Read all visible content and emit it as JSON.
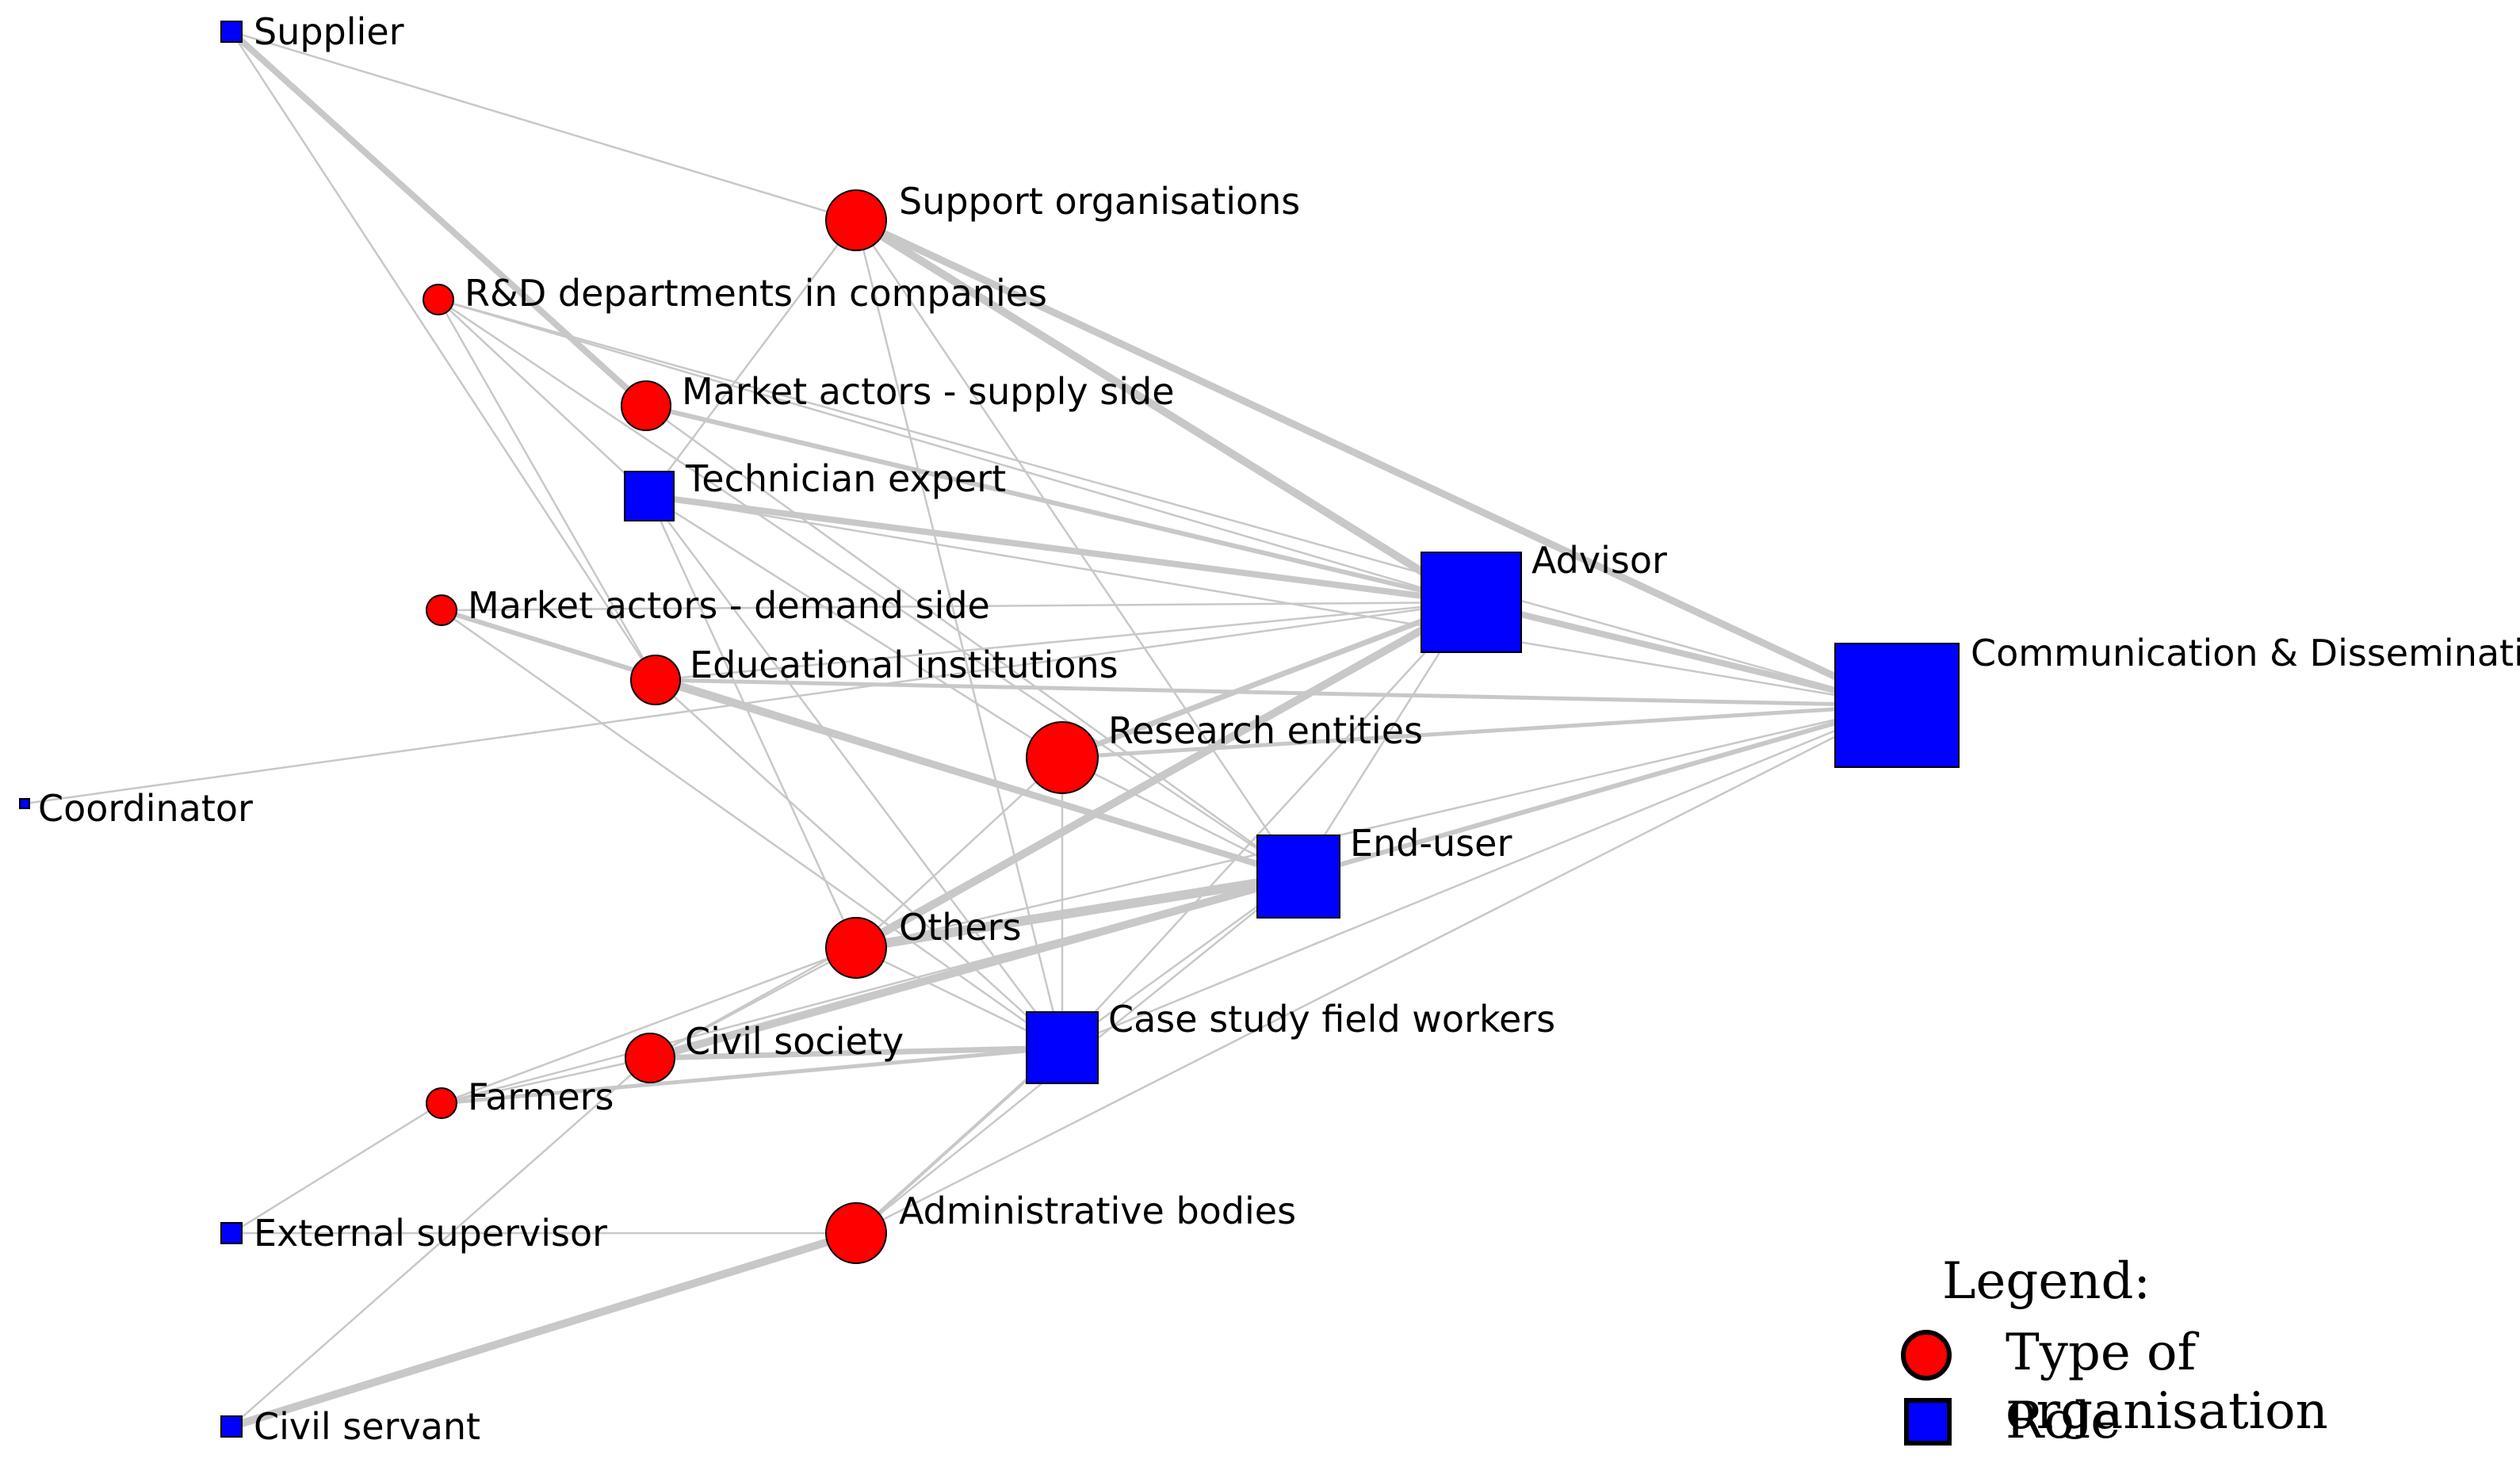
{
  "diagram": {
    "type": "network",
    "colors": {
      "organisation": "#ff0000",
      "role": "#0000ff",
      "edge": "#c8c8c8"
    },
    "nodes": [
      {
        "id": "supplier",
        "label": "Supplier",
        "kind": "role"
      },
      {
        "id": "support",
        "label": "Support organisations",
        "kind": "organisation"
      },
      {
        "id": "rd",
        "label": "R&D departments in companies",
        "kind": "organisation"
      },
      {
        "id": "supply",
        "label": "Market actors - supply side",
        "kind": "organisation"
      },
      {
        "id": "technician",
        "label": "Technician expert",
        "kind": "role"
      },
      {
        "id": "demand",
        "label": "Market actors - demand side",
        "kind": "organisation"
      },
      {
        "id": "educational",
        "label": "Educational institutions",
        "kind": "organisation"
      },
      {
        "id": "advisor",
        "label": "Advisor",
        "kind": "role"
      },
      {
        "id": "comm",
        "label": "Communication &  Dissemination",
        "kind": "role"
      },
      {
        "id": "research",
        "label": "Research entities",
        "kind": "organisation"
      },
      {
        "id": "coordinator",
        "label": "Coordinator",
        "kind": "role"
      },
      {
        "id": "enduser",
        "label": "End-user",
        "kind": "role"
      },
      {
        "id": "others",
        "label": "Others",
        "kind": "organisation"
      },
      {
        "id": "casestudy",
        "label": "Case study field workers",
        "kind": "role"
      },
      {
        "id": "civilsociety",
        "label": "Civil society",
        "kind": "organisation"
      },
      {
        "id": "farmers",
        "label": "Farmers",
        "kind": "organisation"
      },
      {
        "id": "extsupervisor",
        "label": "External supervisor",
        "kind": "role"
      },
      {
        "id": "admin",
        "label": "Administrative bodies",
        "kind": "organisation"
      },
      {
        "id": "civilservant",
        "label": "Civil servant",
        "kind": "role"
      }
    ],
    "edges": [
      [
        "supplier",
        "support"
      ],
      [
        "supplier",
        "supply"
      ],
      [
        "supplier",
        "educational"
      ],
      [
        "support",
        "advisor"
      ],
      [
        "support",
        "comm"
      ],
      [
        "support",
        "enduser"
      ],
      [
        "support",
        "technician"
      ],
      [
        "support",
        "casestudy"
      ],
      [
        "rd",
        "advisor"
      ],
      [
        "rd",
        "comm"
      ],
      [
        "rd",
        "technician"
      ],
      [
        "rd",
        "enduser"
      ],
      [
        "rd",
        "educational"
      ],
      [
        "supply",
        "advisor"
      ],
      [
        "supply",
        "comm"
      ],
      [
        "supply",
        "enduser"
      ],
      [
        "technician",
        "advisor"
      ],
      [
        "technician",
        "comm"
      ],
      [
        "technician",
        "research"
      ],
      [
        "technician",
        "others"
      ],
      [
        "technician",
        "casestudy"
      ],
      [
        "demand",
        "enduser"
      ],
      [
        "demand",
        "advisor"
      ],
      [
        "demand",
        "casestudy"
      ],
      [
        "educational",
        "advisor"
      ],
      [
        "educational",
        "comm"
      ],
      [
        "educational",
        "enduser"
      ],
      [
        "educational",
        "casestudy"
      ],
      [
        "research",
        "advisor"
      ],
      [
        "research",
        "comm"
      ],
      [
        "research",
        "enduser"
      ],
      [
        "research",
        "others"
      ],
      [
        "research",
        "casestudy"
      ],
      [
        "coordinator",
        "advisor"
      ],
      [
        "advisor",
        "comm"
      ],
      [
        "enduser",
        "comm"
      ],
      [
        "enduser",
        "advisor"
      ],
      [
        "others",
        "advisor"
      ],
      [
        "others",
        "comm"
      ],
      [
        "others",
        "enduser"
      ],
      [
        "others",
        "casestudy"
      ],
      [
        "others",
        "farmers"
      ],
      [
        "casestudy",
        "advisor"
      ],
      [
        "casestudy",
        "comm"
      ],
      [
        "casestudy",
        "enduser"
      ],
      [
        "casestudy",
        "admin"
      ],
      [
        "civilsociety",
        "advisor"
      ],
      [
        "civilsociety",
        "enduser"
      ],
      [
        "civilsociety",
        "casestudy"
      ],
      [
        "civilsociety",
        "others"
      ],
      [
        "civilsociety",
        "civilservant"
      ],
      [
        "civilsociety",
        "farmers"
      ],
      [
        "farmers",
        "enduser"
      ],
      [
        "farmers",
        "casestudy"
      ],
      [
        "farmers",
        "extsupervisor"
      ],
      [
        "extsupervisor",
        "admin"
      ],
      [
        "admin",
        "civilservant"
      ],
      [
        "admin",
        "comm"
      ],
      [
        "admin",
        "enduser"
      ]
    ]
  },
  "legend": {
    "title": "Legend:",
    "items": [
      {
        "shape": "circle",
        "label": "Type of organisation",
        "color": "#ff0000"
      },
      {
        "shape": "square",
        "label": "Role",
        "color": "#0000ff"
      }
    ]
  }
}
